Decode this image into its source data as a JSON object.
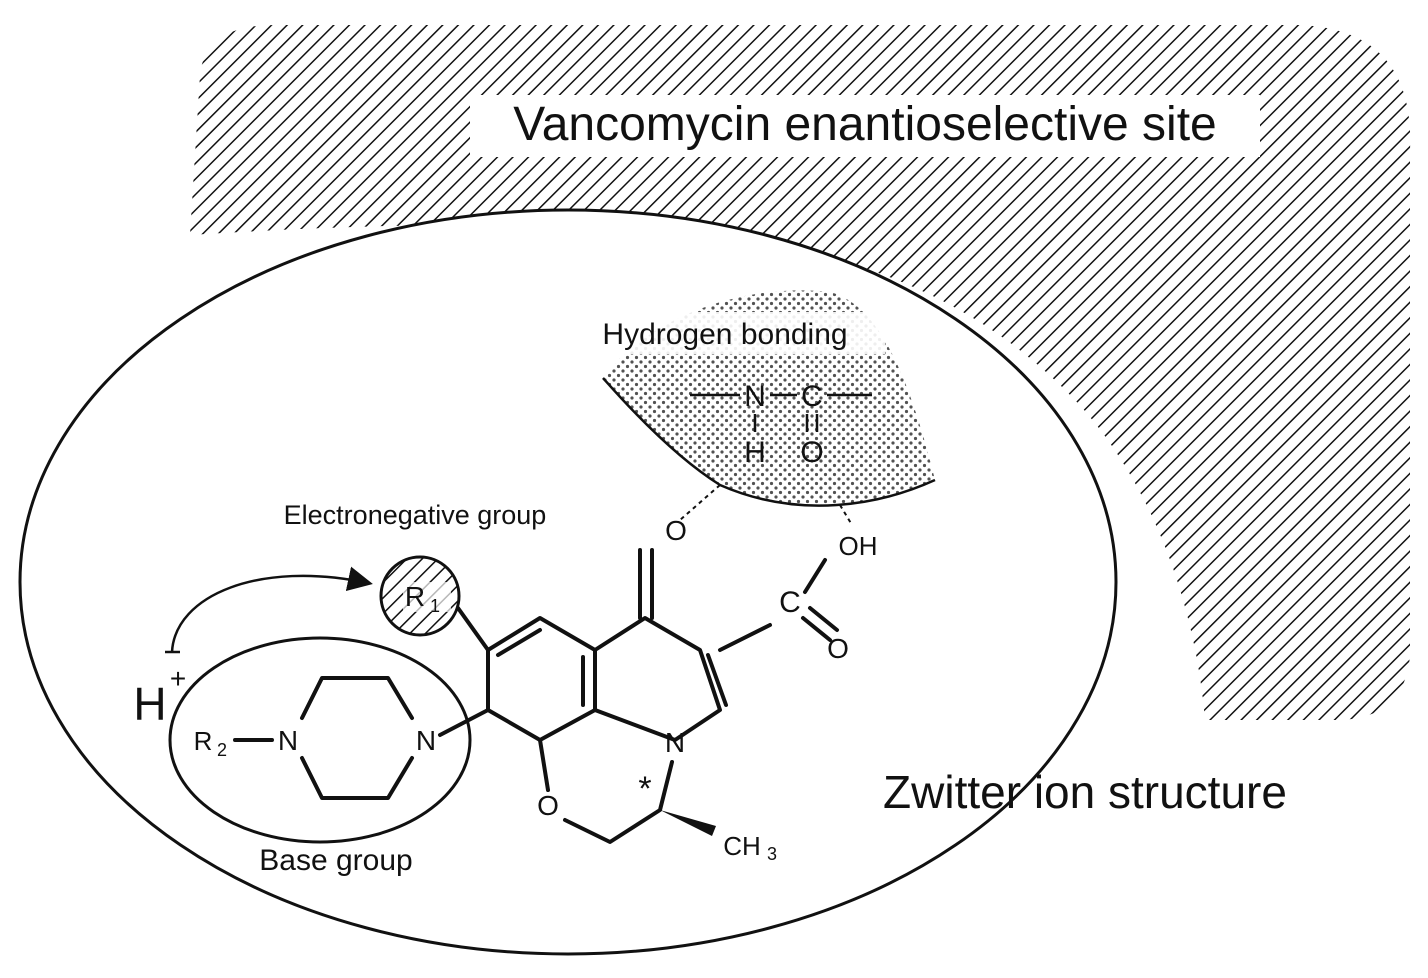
{
  "labels": {
    "site": "Vancomycin enantioselective site",
    "zwitter": "Zwitter ion structure",
    "hbond": "Hydrogen  bonding",
    "electroneg": "Electronegative group",
    "base": "Base group"
  },
  "atoms": {
    "hplus": "H",
    "plus": "+",
    "r1": "R",
    "r1_sub": "1",
    "r2": "R",
    "r2_sub": "2",
    "n_pip_left": "N",
    "n_pip_right": "N",
    "n_ring": "N",
    "o_ring": "O",
    "ch3": "CH",
    "ch3_sub": "3",
    "star": "*",
    "o_keto": "O",
    "c_acid": "C",
    "oh": "OH",
    "o_acid": "O",
    "hb_n": "N",
    "hb_c": "C",
    "hb_h": "H",
    "hb_o": "O"
  },
  "colors": {
    "ink": "#111111",
    "background": "#ffffff"
  }
}
